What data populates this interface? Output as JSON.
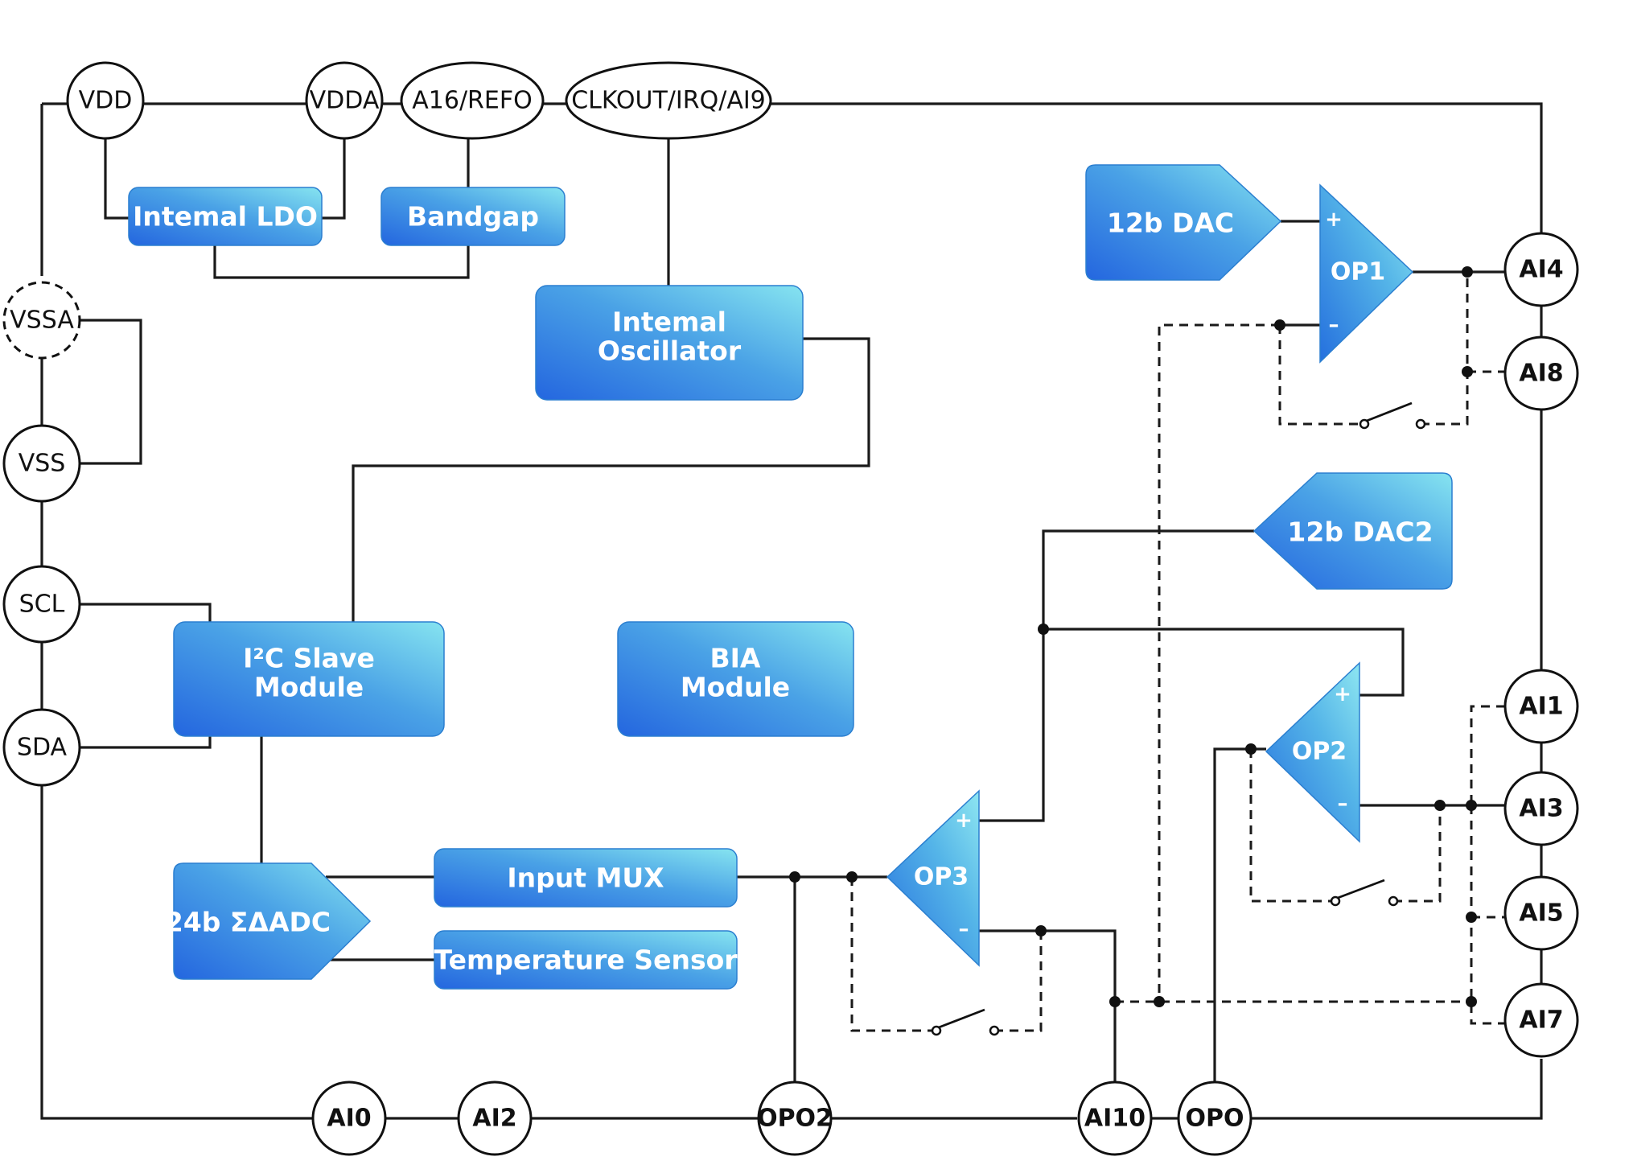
{
  "pins": {
    "vdd": "VDD",
    "vdda": "VDDA",
    "a16": "A16/REFO",
    "clkout": "CLKOUT/IRQ/AI9",
    "vssa": "VSSA",
    "vss": "VSS",
    "scl": "SCL",
    "sda": "SDA",
    "ai0": "AI0",
    "ai2": "AI2",
    "opo2": "OPO2",
    "ai10": "AI10",
    "opo": "OPO",
    "ai4": "AI4",
    "ai8": "AI8",
    "ai1": "AI1",
    "ai3": "AI3",
    "ai5": "AI5",
    "ai7": "AI7"
  },
  "blocks": {
    "ldo": "Intemal LDO",
    "bandgap": "Bandgap",
    "osc_line1": "Intemal",
    "osc_line2": "Oscillator",
    "dac": "12b DAC",
    "dac2": "12b DAC2",
    "i2c_line1": "I²C Slave",
    "i2c_line2": "Module",
    "bia_line1": "BIA",
    "bia_line2": "Module",
    "adc": "24b ΣΔADC",
    "mux": "Input MUX",
    "temp": "Temperature Sensor"
  },
  "opamps": {
    "op1": "OP1",
    "op2": "OP2",
    "op3": "OP3",
    "plus": "+",
    "minus": "–"
  },
  "colors": {
    "block_dark": "#2a6fe0",
    "block_light": "#74d6ee",
    "wire": "#1a1a1a"
  }
}
